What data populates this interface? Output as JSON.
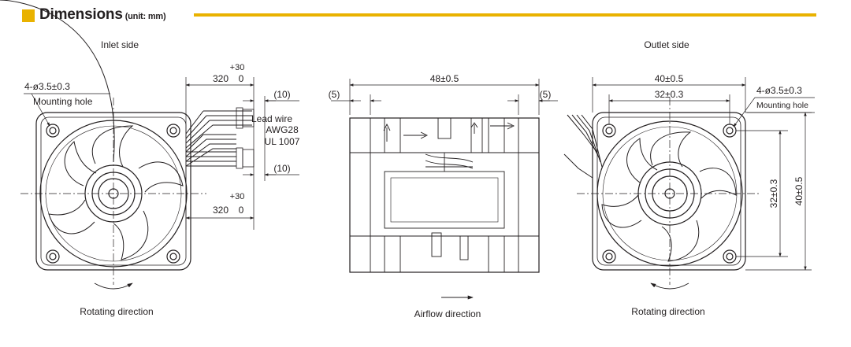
{
  "header": {
    "title": "Dimensions",
    "unit_note": "(unit: mm)"
  },
  "colors": {
    "accent": "#e9b200",
    "ink": "#231f20"
  },
  "inlet_view": {
    "caption": "Inlet side",
    "hole_callout": "4-ø3.5±0.3",
    "hole_label": "Mounting hole",
    "lead_length_tol": "+30",
    "lead_length": "320",
    "lead_length_tol_low": "0",
    "strip_length": "(10)",
    "lead_wire_label": "Lead wire",
    "wire_gauge": "AWG28",
    "wire_standard": "UL 1007",
    "rotation_caption": "Rotating direction"
  },
  "side_view": {
    "depth_dim": "48±0.5",
    "offset_left": "(5)",
    "offset_right": "(5)",
    "airflow_caption": "Airflow direction"
  },
  "outlet_view": {
    "caption": "Outlet side",
    "frame_width": "40±0.5",
    "hole_pitch": "32±0.3",
    "hole_callout": "4-ø3.5±0.3",
    "hole_label": "Mounting hole",
    "hole_pitch_vertical": "32±0.3",
    "frame_height": "40±0.5",
    "rotation_caption": "Rotating direction"
  }
}
